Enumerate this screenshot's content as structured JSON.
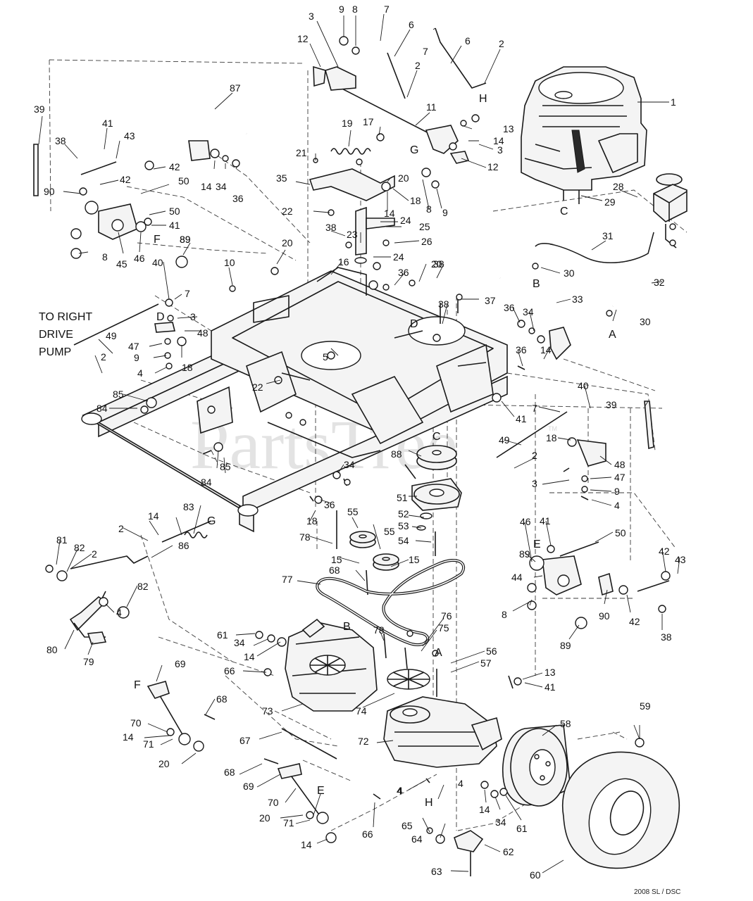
{
  "diagram": {
    "note_lines": [
      "TO RIGHT",
      "DRIVE",
      "PUMP"
    ],
    "watermark": "PartsTree",
    "trademark": "TM",
    "drawing_code": "2008 SL / DSC",
    "callouts": [
      {
        "id": "c9a",
        "text": "9"
      },
      {
        "id": "c8a",
        "text": "8"
      },
      {
        "id": "c7a",
        "text": "7"
      },
      {
        "id": "c3a",
        "text": "3"
      },
      {
        "id": "c6a",
        "text": "6"
      },
      {
        "id": "c7b",
        "text": "7"
      },
      {
        "id": "c6b",
        "text": "6"
      },
      {
        "id": "c2a",
        "text": "2"
      },
      {
        "id": "c12a",
        "text": "12"
      },
      {
        "id": "c2b",
        "text": "2"
      },
      {
        "id": "c1",
        "text": "1"
      },
      {
        "id": "c87",
        "text": "87"
      },
      {
        "id": "c39a",
        "text": "39"
      },
      {
        "id": "c11",
        "text": "11"
      },
      {
        "id": "c13a",
        "text": "13"
      },
      {
        "id": "c17",
        "text": "17"
      },
      {
        "id": "c19",
        "text": "19"
      },
      {
        "id": "c41a",
        "text": "41"
      },
      {
        "id": "c43a",
        "text": "43"
      },
      {
        "id": "c38a",
        "text": "38"
      },
      {
        "id": "c14a",
        "text": "14"
      },
      {
        "id": "c3b",
        "text": "3"
      },
      {
        "id": "c21",
        "text": "21"
      },
      {
        "id": "c42a",
        "text": "42"
      },
      {
        "id": "c35",
        "text": "35"
      },
      {
        "id": "c20a",
        "text": "20"
      },
      {
        "id": "c12b",
        "text": "12"
      },
      {
        "id": "c28",
        "text": "28"
      },
      {
        "id": "c90a",
        "text": "90"
      },
      {
        "id": "c42b",
        "text": "42"
      },
      {
        "id": "c50a",
        "text": "50"
      },
      {
        "id": "c14b",
        "text": "14"
      },
      {
        "id": "c34a",
        "text": "34"
      },
      {
        "id": "c36a",
        "text": "36"
      },
      {
        "id": "c18a",
        "text": "18"
      },
      {
        "id": "c8b",
        "text": "8"
      },
      {
        "id": "c9b",
        "text": "9"
      },
      {
        "id": "c29",
        "text": "29"
      },
      {
        "id": "c22a",
        "text": "22"
      },
      {
        "id": "c14c",
        "text": "14"
      },
      {
        "id": "c50b",
        "text": "50"
      },
      {
        "id": "c41b",
        "text": "41"
      },
      {
        "id": "c89a",
        "text": "89"
      },
      {
        "id": "c24a",
        "text": "24"
      },
      {
        "id": "c25",
        "text": "25"
      },
      {
        "id": "c38b",
        "text": "38"
      },
      {
        "id": "c23",
        "text": "23"
      },
      {
        "id": "c26",
        "text": "26"
      },
      {
        "id": "c31",
        "text": "31"
      },
      {
        "id": "c8c",
        "text": "8"
      },
      {
        "id": "c45",
        "text": "45"
      },
      {
        "id": "c46a",
        "text": "46"
      },
      {
        "id": "c89b",
        "text": "89"
      },
      {
        "id": "c20b",
        "text": "20"
      },
      {
        "id": "c24b",
        "text": "24"
      },
      {
        "id": "c30a",
        "text": "30"
      },
      {
        "id": "c10",
        "text": "10"
      },
      {
        "id": "c16",
        "text": "16"
      },
      {
        "id": "c20c",
        "text": "20"
      },
      {
        "id": "c36b",
        "text": "36"
      },
      {
        "id": "c38c",
        "text": "38"
      },
      {
        "id": "c32",
        "text": "32"
      },
      {
        "id": "c40a",
        "text": "40"
      },
      {
        "id": "c7c",
        "text": "7"
      },
      {
        "id": "c37",
        "text": "37"
      },
      {
        "id": "c33",
        "text": "33"
      },
      {
        "id": "c38d",
        "text": "38"
      },
      {
        "id": "c36c",
        "text": "36"
      },
      {
        "id": "c34b",
        "text": "34"
      },
      {
        "id": "c3c",
        "text": "3"
      },
      {
        "id": "c48a",
        "text": "48"
      },
      {
        "id": "c30b",
        "text": "30"
      },
      {
        "id": "c49a",
        "text": "49"
      },
      {
        "id": "c47a",
        "text": "47"
      },
      {
        "id": "c9c",
        "text": "9"
      },
      {
        "id": "c18b",
        "text": "18"
      },
      {
        "id": "c4a",
        "text": "4"
      },
      {
        "id": "c2c",
        "text": "2"
      },
      {
        "id": "c5",
        "text": "5"
      },
      {
        "id": "c14d",
        "text": "14"
      },
      {
        "id": "c36d",
        "text": "36"
      },
      {
        "id": "c22b",
        "text": "22"
      },
      {
        "id": "c85a",
        "text": "85"
      },
      {
        "id": "c84a",
        "text": "84"
      },
      {
        "id": "c40b",
        "text": "40"
      },
      {
        "id": "c7d",
        "text": "7"
      },
      {
        "id": "c39b",
        "text": "39"
      },
      {
        "id": "c41c",
        "text": "41"
      },
      {
        "id": "c49b",
        "text": "49"
      },
      {
        "id": "c18c",
        "text": "18"
      },
      {
        "id": "c88",
        "text": "88"
      },
      {
        "id": "c2d",
        "text": "2"
      },
      {
        "id": "c48b",
        "text": "48"
      },
      {
        "id": "c3d",
        "text": "3"
      },
      {
        "id": "c47b",
        "text": "47"
      },
      {
        "id": "c85b",
        "text": "85"
      },
      {
        "id": "c84b",
        "text": "84"
      },
      {
        "id": "c34c",
        "text": "34"
      },
      {
        "id": "c9d",
        "text": "9"
      },
      {
        "id": "c51",
        "text": "51"
      },
      {
        "id": "c4b",
        "text": "4"
      },
      {
        "id": "c36e",
        "text": "36"
      },
      {
        "id": "c18d",
        "text": "18"
      },
      {
        "id": "c83",
        "text": "83"
      },
      {
        "id": "c52",
        "text": "52"
      },
      {
        "id": "c55a",
        "text": "55"
      },
      {
        "id": "c53",
        "text": "53"
      },
      {
        "id": "c2e",
        "text": "2"
      },
      {
        "id": "c14e",
        "text": "14"
      },
      {
        "id": "c55b",
        "text": "55"
      },
      {
        "id": "c54",
        "text": "54"
      },
      {
        "id": "c46b",
        "text": "46"
      },
      {
        "id": "c41d",
        "text": "41"
      },
      {
        "id": "c50c",
        "text": "50"
      },
      {
        "id": "c81",
        "text": "81"
      },
      {
        "id": "c82a",
        "text": "82"
      },
      {
        "id": "c2f",
        "text": "2"
      },
      {
        "id": "c86",
        "text": "86"
      },
      {
        "id": "c78a",
        "text": "78"
      },
      {
        "id": "c15a",
        "text": "15"
      },
      {
        "id": "c15b",
        "text": "15"
      },
      {
        "id": "c89c",
        "text": "89"
      },
      {
        "id": "c42c",
        "text": "42"
      },
      {
        "id": "c43b",
        "text": "43"
      },
      {
        "id": "c68a",
        "text": "68"
      },
      {
        "id": "c44",
        "text": "44"
      },
      {
        "id": "c77",
        "text": "77"
      },
      {
        "id": "c82b",
        "text": "82"
      },
      {
        "id": "c8d",
        "text": "8"
      },
      {
        "id": "c90b",
        "text": "90"
      },
      {
        "id": "c42d",
        "text": "42"
      },
      {
        "id": "c4c",
        "text": "4"
      },
      {
        "id": "c38e",
        "text": "38"
      },
      {
        "id": "c80",
        "text": "80"
      },
      {
        "id": "c79",
        "text": "79"
      },
      {
        "id": "c76",
        "text": "76"
      },
      {
        "id": "c75",
        "text": "75"
      },
      {
        "id": "c61a",
        "text": "61"
      },
      {
        "id": "c78b",
        "text": "78"
      },
      {
        "id": "c89d",
        "text": "89"
      },
      {
        "id": "c34d",
        "text": "34"
      },
      {
        "id": "c56",
        "text": "56"
      },
      {
        "id": "c14f",
        "text": "14"
      },
      {
        "id": "c57",
        "text": "57"
      },
      {
        "id": "c69a",
        "text": "69"
      },
      {
        "id": "c66a",
        "text": "66"
      },
      {
        "id": "c13b",
        "text": "13"
      },
      {
        "id": "c41e",
        "text": "41"
      },
      {
        "id": "c68b",
        "text": "68"
      },
      {
        "id": "c73",
        "text": "73"
      },
      {
        "id": "c74",
        "text": "74"
      },
      {
        "id": "c70a",
        "text": "70"
      },
      {
        "id": "c59",
        "text": "59"
      },
      {
        "id": "c58",
        "text": "58"
      },
      {
        "id": "c14g",
        "text": "14"
      },
      {
        "id": "c71a",
        "text": "71"
      },
      {
        "id": "c67",
        "text": "67"
      },
      {
        "id": "c72",
        "text": "72"
      },
      {
        "id": "c20d",
        "text": "20"
      },
      {
        "id": "c68c",
        "text": "68"
      },
      {
        "id": "c69b",
        "text": "69"
      },
      {
        "id": "c4d",
        "text": "4"
      },
      {
        "id": "c4e",
        "text": "4"
      },
      {
        "id": "c70b",
        "text": "70"
      },
      {
        "id": "c20e",
        "text": "20"
      },
      {
        "id": "c71b",
        "text": "71"
      },
      {
        "id": "c14h",
        "text": "14"
      },
      {
        "id": "c34e",
        "text": "34"
      },
      {
        "id": "c61b",
        "text": "61"
      },
      {
        "id": "c65",
        "text": "65"
      },
      {
        "id": "c64",
        "text": "64"
      },
      {
        "id": "c66b",
        "text": "66"
      },
      {
        "id": "c62",
        "text": "62"
      },
      {
        "id": "c14i",
        "text": "14"
      },
      {
        "id": "c63",
        "text": "63"
      },
      {
        "id": "c60",
        "text": "60"
      },
      {
        "id": "c4f",
        "text": "4"
      },
      {
        "id": "c2g",
        "text": "2"
      }
    ],
    "letters": [
      {
        "id": "lH1",
        "text": "H"
      },
      {
        "id": "lC1",
        "text": "C"
      },
      {
        "id": "lG1",
        "text": "G"
      },
      {
        "id": "lF1",
        "text": "F"
      },
      {
        "id": "lB1",
        "text": "B"
      },
      {
        "id": "lA1",
        "text": "A"
      },
      {
        "id": "lD1",
        "text": "D"
      },
      {
        "id": "lD2",
        "text": "D"
      },
      {
        "id": "lC2",
        "text": "C"
      },
      {
        "id": "lG2",
        "text": "G"
      },
      {
        "id": "lE1",
        "text": "E"
      },
      {
        "id": "lB2",
        "text": "B"
      },
      {
        "id": "lA2",
        "text": "A"
      },
      {
        "id": "lF2",
        "text": "F"
      },
      {
        "id": "lE2",
        "text": "E"
      },
      {
        "id": "lH2",
        "text": "H"
      }
    ]
  }
}
